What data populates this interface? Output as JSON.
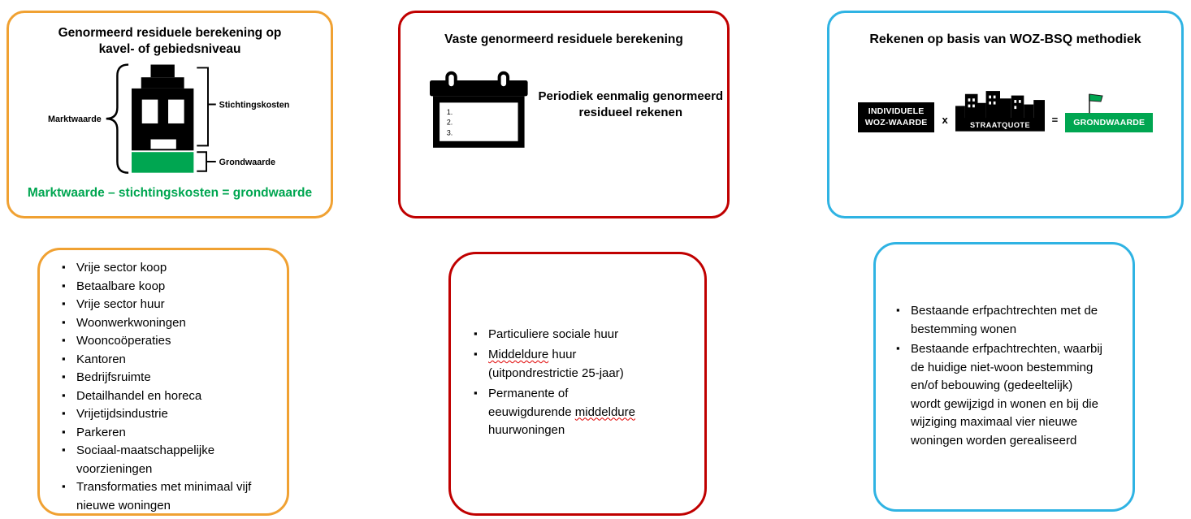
{
  "accents": {
    "orange": "#F0A132",
    "red": "#C00000",
    "blue": "#2FB3E3",
    "green": "#00A651"
  },
  "icons": {
    "column1": "canal-house-with-braces-icon",
    "column2": "calendar-icon",
    "column3": "woz-formula-icons"
  },
  "col1": {
    "title": "Genormeerd residuele berekening op kavel- of gebiedsniveau",
    "diagram": {
      "left_label": "Marktwaarde",
      "right_top_label": "Stichtingskosten",
      "right_bottom_label": "Grondwaarde"
    },
    "formula": "Marktwaarde – stichtingskosten = grondwaarde",
    "bullets": [
      "Vrije sector koop",
      "Betaalbare koop",
      "Vrije sector huur",
      "Woonwerkwoningen",
      "Wooncoöperaties",
      "Kantoren",
      "Bedrijfsruimte",
      "Detailhandel en horeca",
      "Vrijetijdsindustrie",
      "Parkeren",
      "Sociaal-maatschappelijke voorzieningen",
      "Transformaties met minimaal vijf nieuwe woningen"
    ]
  },
  "col2": {
    "title": "Vaste genormeerd residuele berekening",
    "calendar_items": [
      "1.",
      "2.",
      "3."
    ],
    "caption": "Periodiek eenmalig genormeerd residueel rekenen",
    "bullets": {
      "b1": "Particuliere sociale huur",
      "b2_word": "Middeldure",
      "b2_rest": " huur (uitpondrestrictie 25-jaar)",
      "b3_pre": "Permanente of eeuwigdurende ",
      "b3_word": "middeldure",
      "b3_rest": " huurwoningen"
    }
  },
  "col3": {
    "title": "Rekenen op basis van WOZ-BSQ methodiek",
    "badge1_line1": "INDIVIDUELE",
    "badge1_line2": "WOZ-WAARDE",
    "op_multiply": "x",
    "badge2": "STRAATQUOTE",
    "op_equals": "=",
    "badge3": "GRONDWAARDE",
    "bullets": [
      "Bestaande erfpachtrechten met de bestemming wonen",
      "Bestaande erfpachtrechten, waarbij de huidige niet-woon bestemming en/of bebouwing (gedeeltelijk) wordt gewijzigd in wonen en bij die wijziging maximaal vier nieuwe woningen worden gerealiseerd"
    ]
  }
}
